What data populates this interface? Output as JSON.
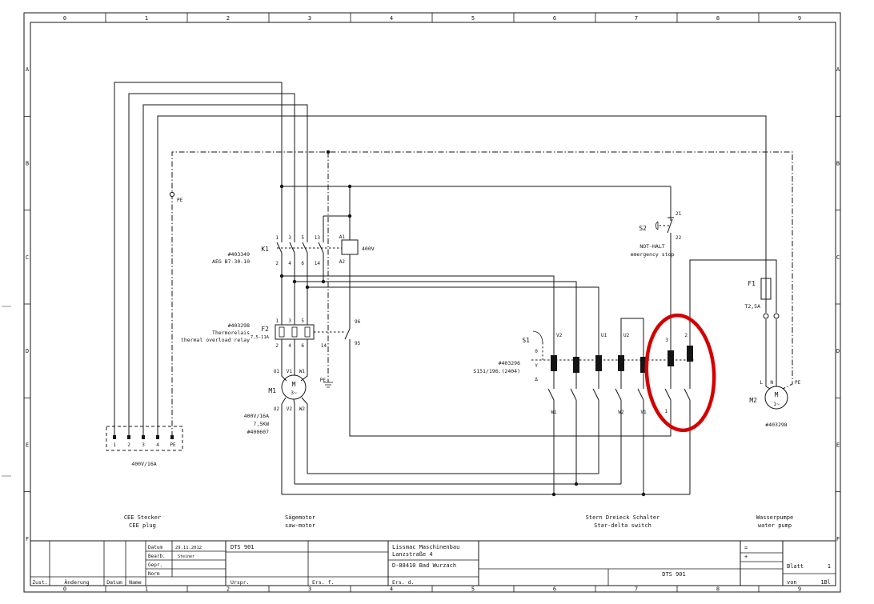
{
  "frame": {
    "cols": [
      "0",
      "1",
      "2",
      "3",
      "4",
      "5",
      "6",
      "7",
      "8",
      "9"
    ],
    "rows": [
      "A",
      "B",
      "C",
      "D",
      "E",
      "F"
    ]
  },
  "plug": {
    "pins": [
      "1",
      "2",
      "3",
      "4",
      "PE"
    ],
    "pe_mark": "PE",
    "rating": "400V/16A",
    "cap1": "CEE Stecker",
    "cap2": "CEE plug"
  },
  "k1": {
    "name": "K1",
    "part": "#403349",
    "type": "AEG B7-30-10",
    "tt": [
      "1",
      "3",
      "5",
      "13"
    ],
    "tb": [
      "2",
      "4",
      "6",
      "14"
    ],
    "a1": "A1",
    "a2": "A2",
    "volt": "400V"
  },
  "f2": {
    "name": "F2",
    "range": "7,5-11A",
    "part": "#403298",
    "d1": "Thermorelais",
    "d2": "thermal overload relay",
    "tt": [
      "1",
      "3",
      "5"
    ],
    "tb": [
      "2",
      "4",
      "6"
    ],
    "x14": "14",
    "n96": "96",
    "n95": "95"
  },
  "m1": {
    "name": "M1",
    "sym": "M",
    "ph": "3~",
    "tt": [
      "U1",
      "V1",
      "W1"
    ],
    "tb": [
      "U2",
      "V2",
      "W2"
    ],
    "pe": "PE",
    "s1": "400V/16A",
    "s2": "7,5KW",
    "s3": "#400607",
    "cap1": "Sägemotor",
    "cap2": "saw-motor"
  },
  "s1": {
    "name": "S1",
    "part": "#403296",
    "type": "S151/196.(2404)",
    "pos": [
      "0",
      "Y",
      "Δ"
    ],
    "tl": [
      "V2",
      "U1",
      "U2",
      "3",
      "2"
    ],
    "bl": [
      "W1",
      "W2",
      "V1",
      "1"
    ],
    "cap1": "Stern Dreieck Schalter",
    "cap2": "Star-delta switch"
  },
  "s2": {
    "name": "S2",
    "t21": "21",
    "t22": "22",
    "d1": "NOT-HALT",
    "d2": "emergency stop"
  },
  "f1": {
    "name": "F1",
    "rating": "T2,5A"
  },
  "m2": {
    "name": "M2",
    "sym": "M",
    "ph": "1~",
    "tL": "L",
    "tN": "N",
    "tPE": "PE",
    "part": "#403298",
    "cap1": "Wasserpumpe",
    "cap2": "water pump"
  },
  "tb": {
    "zust": "Zust.",
    "aend": "Änderung",
    "datumcol": "Datum",
    "namecol": "Name",
    "datum": "Datum",
    "bearb": "Bearb.",
    "gepr": "Gepr.",
    "norm": "Norm",
    "datumval": "29.11.2012",
    "bearbval": "Steiner",
    "doc": "DTS 901",
    "urspr": "Urspr.",
    "ersf": "Ers. f.",
    "ersd": "Ers. d.",
    "co1": "Lissmac Maschinenbau",
    "co2": "Lanzstraße 4",
    "co3": "D-88410 Bad Wurzach",
    "eq": "=",
    "plus": "+",
    "doc2": "DTS 901",
    "blatt": "Blatt",
    "blattval": "1",
    "von": "von",
    "vonval": "1Bl"
  },
  "annotation": {
    "color": "#d40000"
  }
}
